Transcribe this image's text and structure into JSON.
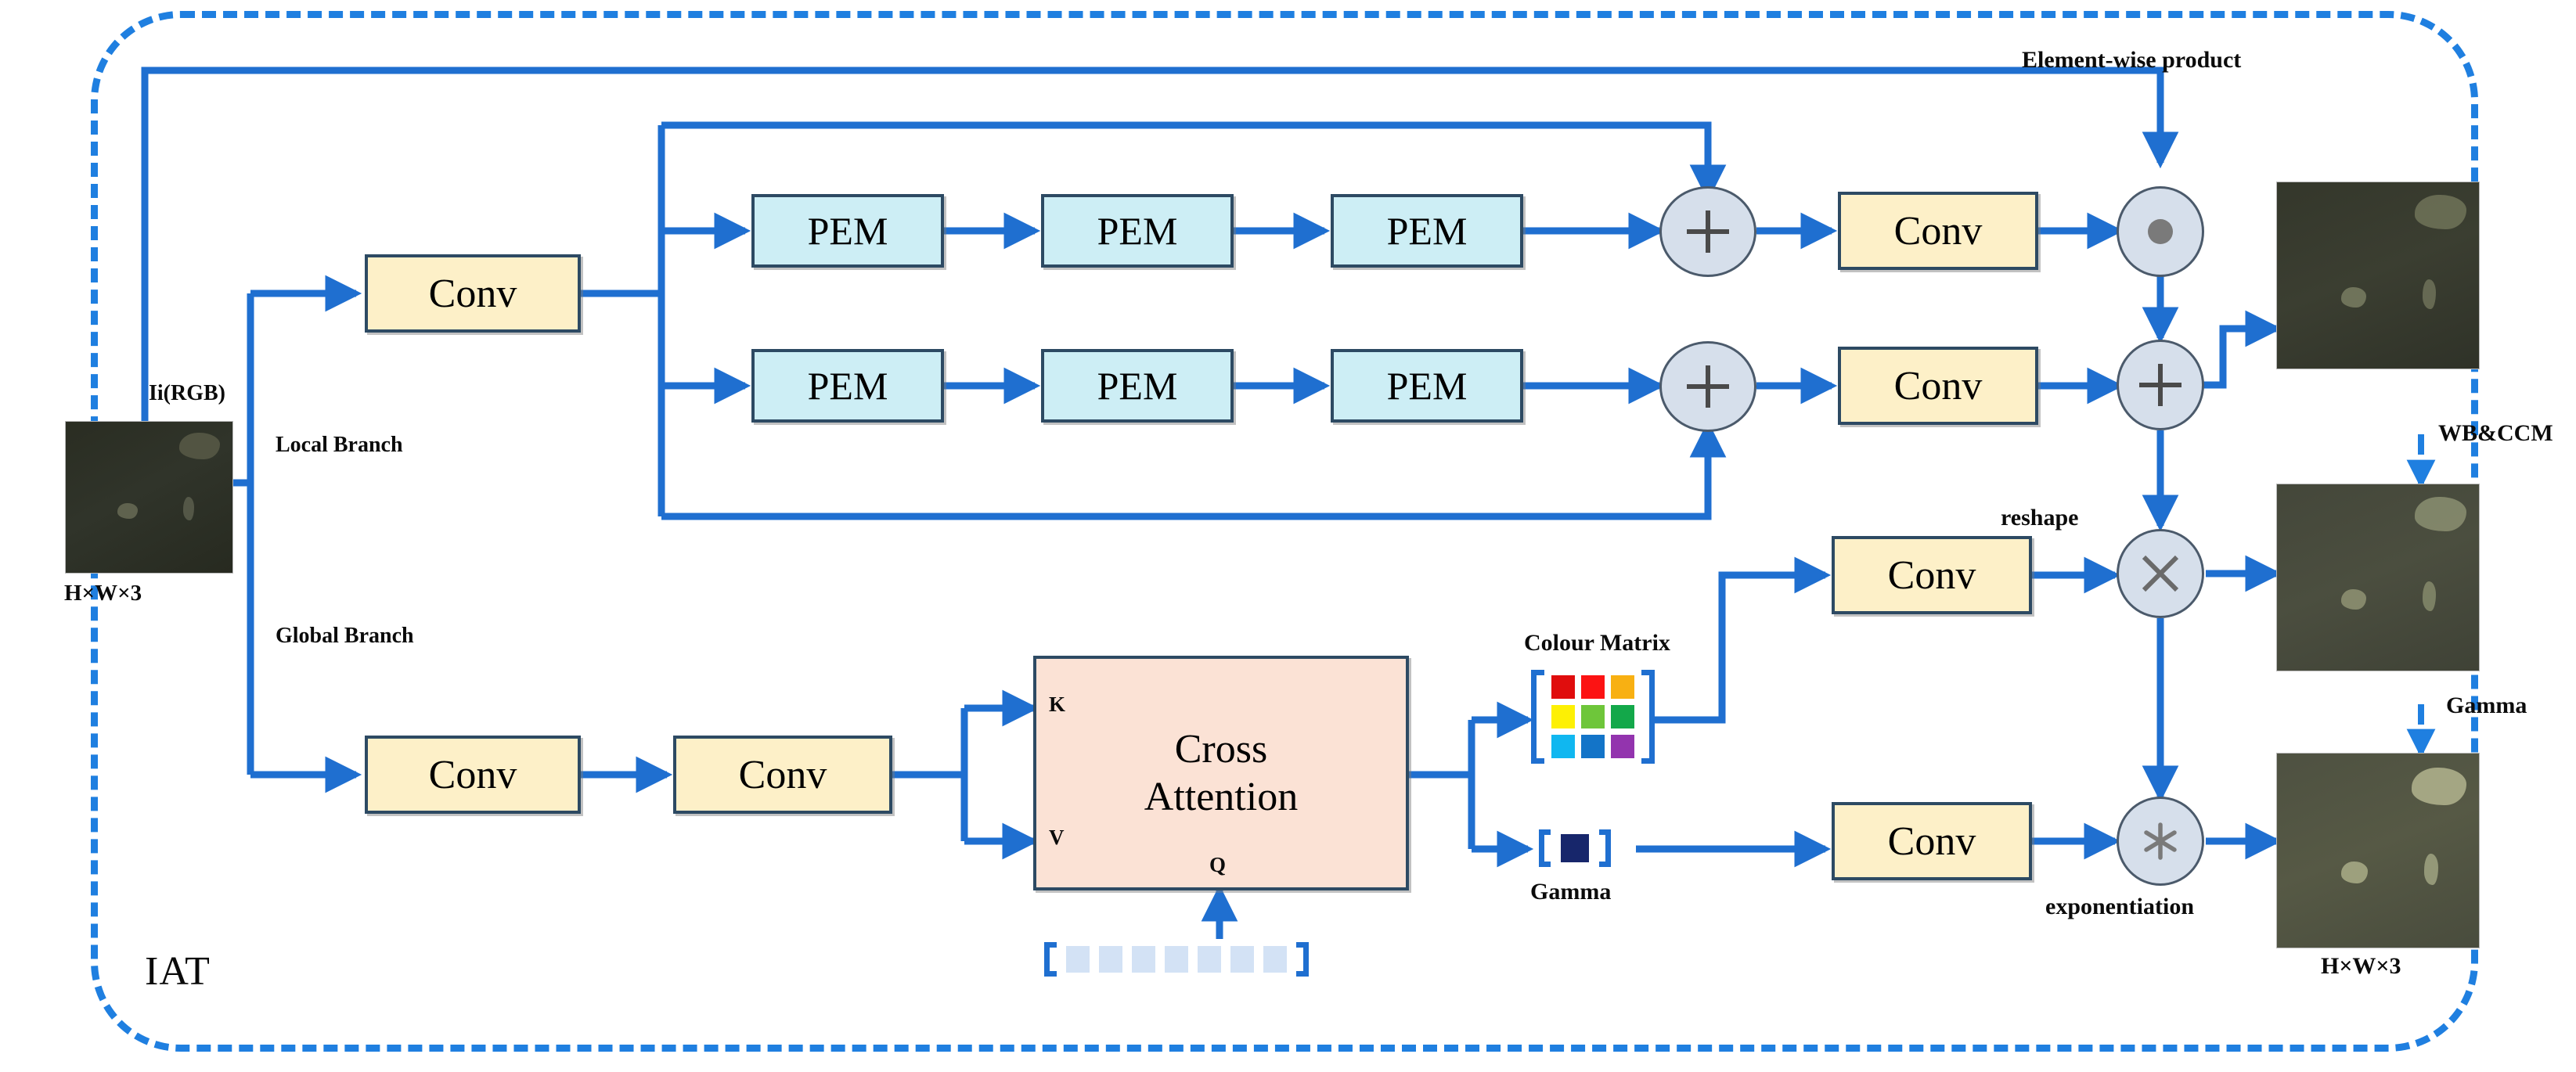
{
  "figure": {
    "frame_label": "IAT",
    "accent_blue": "#1f6fd0",
    "frame_dash_color": "#1f7fe0",
    "conv_fill": "#fdf0c8",
    "pem_fill": "#cdeef5",
    "attention_fill": "#fbe2d5",
    "operator_fill": "#d6dfeb",
    "box_border": "#2d4a63"
  },
  "input": {
    "signal_label": "Ii(RGB)",
    "shape_label": "H×W×3",
    "branch_labels": {
      "local": "Local Branch",
      "global": "Global Branch"
    }
  },
  "local_branch": {
    "stem_conv": "Conv",
    "top_row": {
      "pem": [
        "PEM",
        "PEM",
        "PEM"
      ],
      "sum_op": "plus",
      "conv": "Conv"
    },
    "bottom_row": {
      "pem": [
        "PEM",
        "PEM",
        "PEM"
      ],
      "sum_op": "plus",
      "conv": "Conv"
    }
  },
  "global_branch": {
    "conv1": "Conv",
    "conv2": "Conv",
    "attention": {
      "title_line1": "Cross",
      "title_line2": "Attention",
      "input_k": "K",
      "input_v": "V",
      "input_q": "Q"
    },
    "query_tokens": {
      "count": 7,
      "fill": "#d3e2f5"
    },
    "colour_matrix": {
      "label": "Colour Matrix",
      "rows": [
        [
          "#e00d0d",
          "#fc1313",
          "#f8b012"
        ],
        [
          "#fdf004",
          "#6ec63a",
          "#13a84a"
        ],
        [
          "#10b7f0",
          "#1374c8",
          "#9334ae"
        ]
      ]
    },
    "gamma_vector": {
      "label": "Gamma",
      "fill": "#17266b"
    },
    "colour_conv": "Conv",
    "gamma_conv": "Conv"
  },
  "operators": {
    "element_wise_product": {
      "label": "Element-wise product",
      "glyph": "dot"
    },
    "add": {
      "label": "",
      "glyph": "plus"
    },
    "reshape_multiply": {
      "label": "reshape",
      "glyph": "cross"
    },
    "exponentiation": {
      "label": "exponentiation",
      "glyph": "asterisk"
    }
  },
  "outputs": {
    "stage1_caption": "",
    "wb_ccm_label": "WB&CCM",
    "gamma_label": "Gamma",
    "final_shape_label": "H×W×3"
  }
}
